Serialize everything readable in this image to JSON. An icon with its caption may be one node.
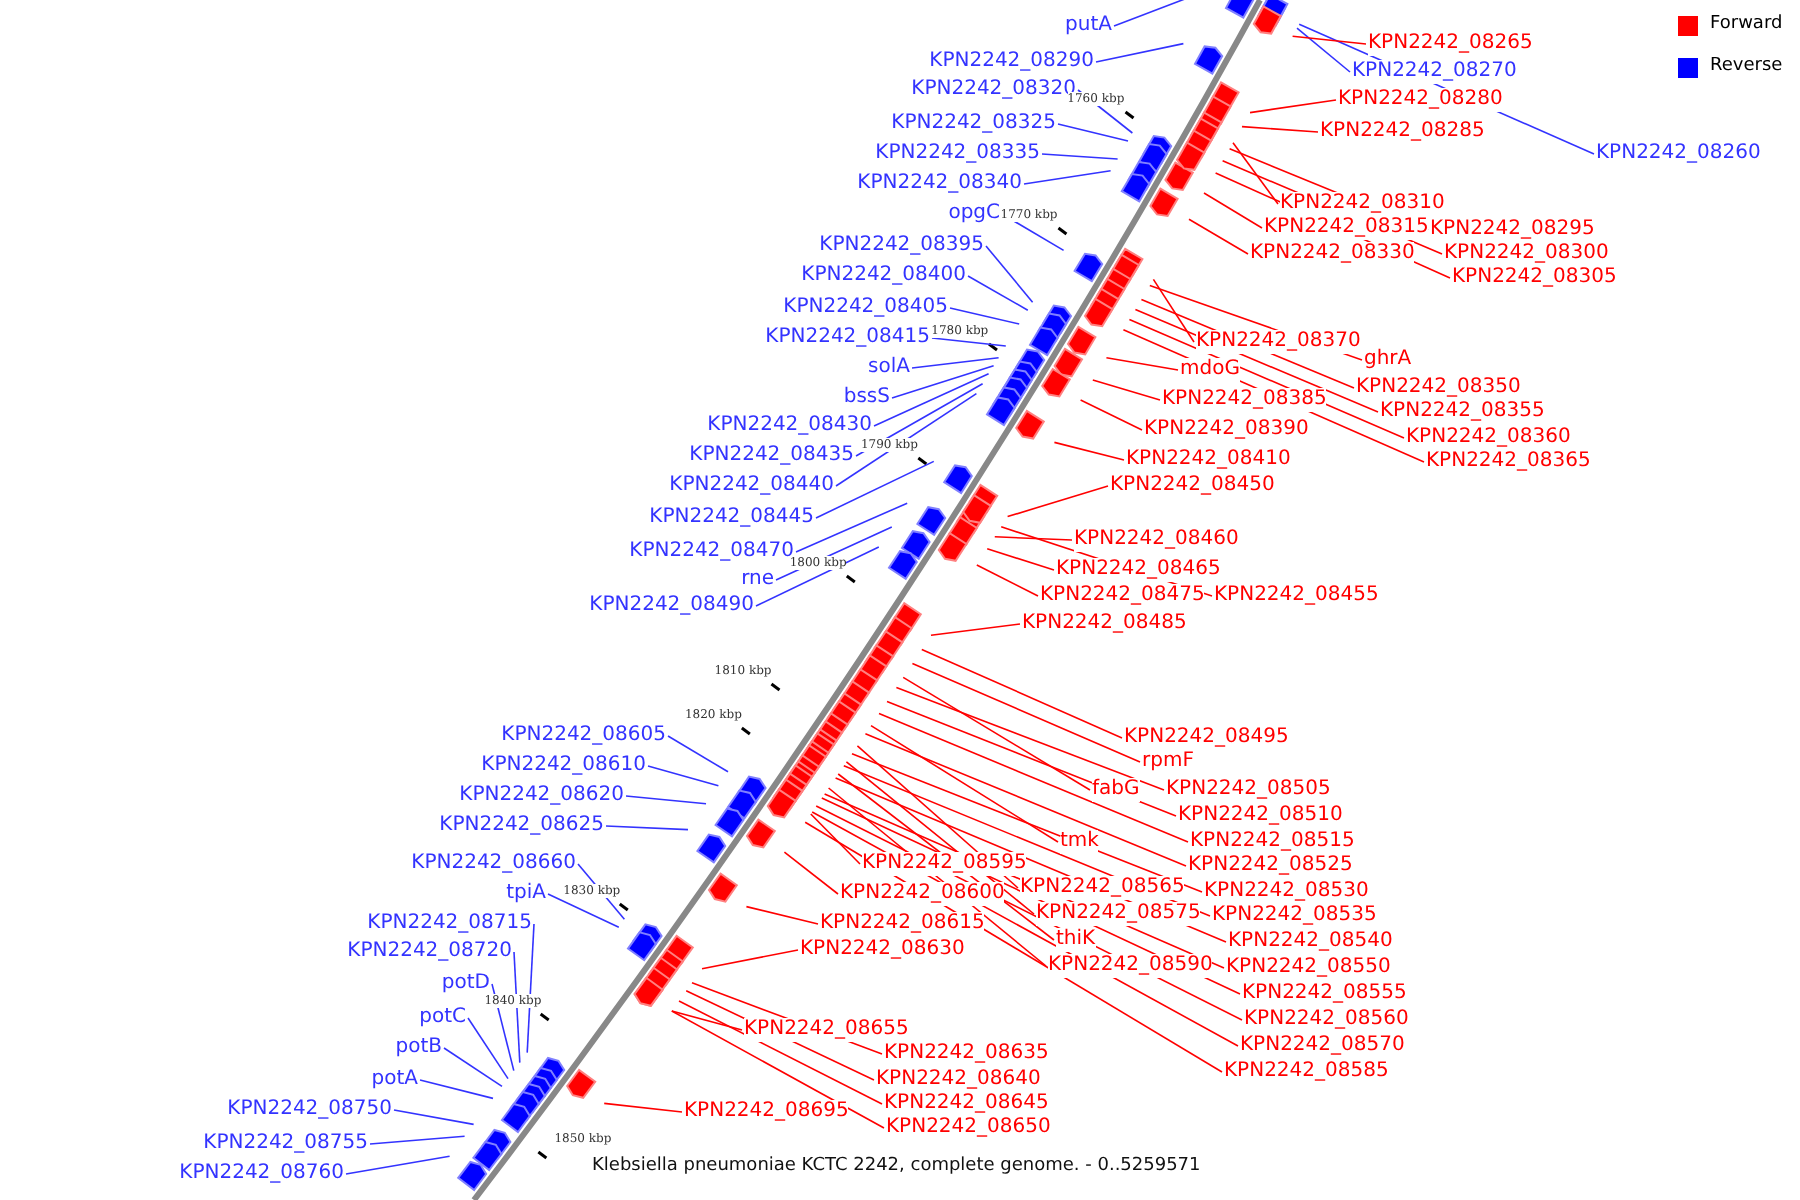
{
  "diagram": {
    "caption": "Klebsiella pneumoniae KCTC 2242, complete genome. - 0..5259571",
    "nodes": [
      {
        "text": [
          "putA"
        ]
      },
      {
        "text": [
          "KPN2242_08290"
        ]
      },
      {
        "text": [
          "KPN2242_08320"
        ]
      },
      {
        "text": [
          "KPN2242_08325"
        ]
      },
      {
        "text": [
          "KPN2242_08335"
        ]
      },
      {
        "text": [
          "KPN2242_08340"
        ]
      },
      {
        "text": [
          "opgC"
        ]
      },
      {
        "text": [
          "KPN2242_08395"
        ]
      },
      {
        "text": [
          "KPN2242_08400"
        ]
      },
      {
        "text": [
          "KPN2242_08405"
        ]
      },
      {
        "text": [
          "KPN2242_08415"
        ]
      },
      {
        "text": [
          "solA"
        ]
      },
      {
        "text": [
          "bssS"
        ]
      },
      {
        "text": [
          "KPN2242_08430"
        ]
      },
      {
        "text": [
          "KPN2242_08435"
        ]
      },
      {
        "text": [
          "KPN2242_08440"
        ]
      },
      {
        "text": [
          "KPN2242_08445"
        ]
      },
      {
        "text": [
          "KPN2242_08470"
        ]
      },
      {
        "text": [
          "rne"
        ]
      },
      {
        "text": [
          "KPN2242_08490"
        ]
      },
      {
        "text": [
          "KPN2242_08605"
        ]
      },
      {
        "text": [
          "KPN2242_08610"
        ]
      },
      {
        "text": [
          "KPN2242_08620"
        ]
      },
      {
        "text": [
          "KPN2242_08625"
        ]
      },
      {
        "text": [
          "KPN2242_08660"
        ]
      },
      {
        "text": [
          "tpiA"
        ]
      },
      {
        "text": [
          "KPN2242_08715"
        ]
      },
      {
        "text": [
          "KPN2242_08720"
        ]
      },
      {
        "text": [
          "potD"
        ]
      },
      {
        "text": [
          "potC"
        ]
      },
      {
        "text": [
          "potB"
        ]
      },
      {
        "text": [
          "potA"
        ]
      },
      {
        "text": [
          "KPN2242_08750"
        ]
      },
      {
        "text": [
          "KPN2242_08755"
        ]
      },
      {
        "text": [
          "KPN2242_08760"
        ]
      },
      {
        "text": [
          "KPN2242_08270"
        ]
      },
      {
        "text": [
          "KPN2242_08260"
        ]
      },
      {
        "text": [
          "KPN2242_08265"
        ]
      },
      {
        "text": [
          "KPN2242_08280"
        ]
      },
      {
        "text": [
          "KPN2242_08285"
        ]
      },
      {
        "text": [
          "KPN2242_08310"
        ]
      },
      {
        "text": [
          "KPN2242_08295"
        ]
      },
      {
        "text": [
          "KPN2242_08315"
        ]
      },
      {
        "text": [
          "KPN2242_08330"
        ]
      },
      {
        "text": [
          "KPN2242_08300"
        ]
      },
      {
        "text": [
          "KPN2242_08305"
        ]
      },
      {
        "text": [
          "KPN2242_08370"
        ]
      },
      {
        "text": [
          "ghrA"
        ]
      },
      {
        "text": [
          "mdoG"
        ]
      },
      {
        "text": [
          "KPN2242_08350"
        ]
      },
      {
        "text": [
          "KPN2242_08385"
        ]
      },
      {
        "text": [
          "KPN2242_08355"
        ]
      },
      {
        "text": [
          "KPN2242_08390"
        ]
      },
      {
        "text": [
          "KPN2242_08360"
        ]
      },
      {
        "text": [
          "KPN2242_08410"
        ]
      },
      {
        "text": [
          "KPN2242_08365"
        ]
      },
      {
        "text": [
          "KPN2242_08450"
        ]
      },
      {
        "text": [
          "KPN2242_08460"
        ]
      },
      {
        "text": [
          "KPN2242_08465"
        ]
      },
      {
        "text": [
          "KPN2242_08475"
        ]
      },
      {
        "text": [
          "KPN2242_08455"
        ]
      },
      {
        "text": [
          "KPN2242_08485"
        ]
      },
      {
        "text": [
          "KPN2242_08495"
        ]
      },
      {
        "text": [
          "rpmF"
        ]
      },
      {
        "text": [
          "fabG"
        ]
      },
      {
        "text": [
          "KPN2242_08505"
        ]
      },
      {
        "text": [
          "KPN2242_08510"
        ]
      },
      {
        "text": [
          "KPN2242_08515"
        ]
      },
      {
        "text": [
          "tmk"
        ]
      },
      {
        "text": [
          "KPN2242_08525"
        ]
      },
      {
        "text": [
          "KPN2242_08595"
        ]
      },
      {
        "text": [
          "KPN2242_08565"
        ]
      },
      {
        "text": [
          "KPN2242_08530"
        ]
      },
      {
        "text": [
          "KPN2242_08600"
        ]
      },
      {
        "text": [
          "KPN2242_08575"
        ]
      },
      {
        "text": [
          "KPN2242_08535"
        ]
      },
      {
        "text": [
          "KPN2242_08615"
        ]
      },
      {
        "text": [
          "thiK"
        ]
      },
      {
        "text": [
          "KPN2242_08540"
        ]
      },
      {
        "text": [
          "KPN2242_08630"
        ]
      },
      {
        "text": [
          "KPN2242_08590"
        ]
      },
      {
        "text": [
          "KPN2242_08550"
        ]
      },
      {
        "text": [
          "KPN2242_08555"
        ]
      },
      {
        "text": [
          "KPN2242_08560"
        ]
      },
      {
        "text": [
          "KPN2242_08655"
        ]
      },
      {
        "text": [
          "KPN2242_08570"
        ]
      },
      {
        "text": [
          "KPN2242_08635"
        ]
      },
      {
        "text": [
          "KPN2242_08585"
        ]
      },
      {
        "text": [
          "KPN2242_08640"
        ]
      },
      {
        "text": [
          "KPN2242_08645"
        ]
      },
      {
        "text": [
          "KPN2242_08650"
        ]
      },
      {
        "text": [
          "KPN2242_08695"
        ]
      }
    ],
    "edges": [
      {
        "from": 0,
        "to": null,
        "arrow": "none",
        "color": "#3333ff"
      },
      {
        "from": 1,
        "to": null,
        "arrow": "none",
        "color": "#3333ff"
      },
      {
        "from": 2,
        "to": null,
        "arrow": "none",
        "color": "#3333ff"
      },
      {
        "from": 3,
        "to": null,
        "arrow": "none",
        "color": "#3333ff"
      },
      {
        "from": 4,
        "to": null,
        "arrow": "none",
        "color": "#3333ff"
      },
      {
        "from": 5,
        "to": null,
        "arrow": "none",
        "color": "#3333ff"
      },
      {
        "from": 6,
        "to": null,
        "arrow": "none",
        "color": "#3333ff"
      },
      {
        "from": 7,
        "to": null,
        "arrow": "none",
        "color": "#3333ff"
      },
      {
        "from": 8,
        "to": null,
        "arrow": "none",
        "color": "#3333ff"
      },
      {
        "from": 9,
        "to": null,
        "arrow": "none",
        "color": "#3333ff"
      },
      {
        "from": 10,
        "to": null,
        "arrow": "none",
        "color": "#3333ff"
      },
      {
        "from": 11,
        "to": null,
        "arrow": "none",
        "color": "#3333ff"
      },
      {
        "from": 12,
        "to": null,
        "arrow": "none",
        "color": "#3333ff"
      },
      {
        "from": 13,
        "to": null,
        "arrow": "none",
        "color": "#3333ff"
      },
      {
        "from": 14,
        "to": null,
        "arrow": "none",
        "color": "#3333ff"
      },
      {
        "from": 15,
        "to": null,
        "arrow": "none",
        "color": "#3333ff"
      },
      {
        "from": 16,
        "to": null,
        "arrow": "none",
        "color": "#3333ff"
      },
      {
        "from": 17,
        "to": null,
        "arrow": "none",
        "color": "#3333ff"
      },
      {
        "from": 18,
        "to": null,
        "arrow": "none",
        "color": "#3333ff"
      },
      {
        "from": 19,
        "to": null,
        "arrow": "none",
        "color": "#3333ff"
      },
      {
        "from": 20,
        "to": null,
        "arrow": "none",
        "color": "#3333ff"
      },
      {
        "from": 21,
        "to": null,
        "arrow": "none",
        "color": "#3333ff"
      },
      {
        "from": 22,
        "to": null,
        "arrow": "none",
        "color": "#3333ff"
      },
      {
        "from": 23,
        "to": null,
        "arrow": "none",
        "color": "#3333ff"
      },
      {
        "from": 24,
        "to": null,
        "arrow": "none",
        "color": "#3333ff"
      },
      {
        "from": 25,
        "to": null,
        "arrow": "none",
        "color": "#3333ff"
      },
      {
        "from": 26,
        "to": null,
        "arrow": "none",
        "color": "#3333ff"
      },
      {
        "from": 27,
        "to": null,
        "arrow": "none",
        "color": "#3333ff"
      },
      {
        "from": 28,
        "to": null,
        "arrow": "none",
        "color": "#3333ff"
      },
      {
        "from": 29,
        "to": null,
        "arrow": "none",
        "color": "#3333ff"
      },
      {
        "from": 30,
        "to": null,
        "arrow": "none",
        "color": "#3333ff"
      },
      {
        "from": 31,
        "to": null,
        "arrow": "none",
        "color": "#3333ff"
      },
      {
        "from": 32,
        "to": null,
        "arrow": "none",
        "color": "#3333ff"
      },
      {
        "from": 33,
        "to": null,
        "arrow": "none",
        "color": "#3333ff"
      },
      {
        "from": 34,
        "to": null,
        "arrow": "none",
        "color": "#3333ff"
      },
      {
        "from": 35,
        "to": null,
        "arrow": "none",
        "color": "#3333ff"
      },
      {
        "from": 36,
        "to": null,
        "arrow": "none",
        "color": "#3333ff"
      },
      {
        "from": 37,
        "to": null,
        "arrow": "none"
      },
      {
        "from": 38,
        "to": null,
        "arrow": "none"
      },
      {
        "from": 39,
        "to": null,
        "arrow": "none"
      },
      {
        "from": 40,
        "to": null,
        "arrow": "none"
      },
      {
        "from": 41,
        "to": null,
        "arrow": "none"
      },
      {
        "from": 42,
        "to": null,
        "arrow": "none"
      },
      {
        "from": 43,
        "to": null,
        "arrow": "none"
      },
      {
        "from": 44,
        "to": null,
        "arrow": "none"
      },
      {
        "from": 45,
        "to": null,
        "arrow": "none"
      },
      {
        "from": 46,
        "to": null,
        "arrow": "none"
      },
      {
        "from": 47,
        "to": null,
        "arrow": "none"
      },
      {
        "from": 48,
        "to": null,
        "arrow": "none"
      },
      {
        "from": 49,
        "to": null,
        "arrow": "none"
      },
      {
        "from": 50,
        "to": null,
        "arrow": "none"
      },
      {
        "from": 51,
        "to": null,
        "arrow": "none"
      },
      {
        "from": 52,
        "to": null,
        "arrow": "none"
      },
      {
        "from": 53,
        "to": null,
        "arrow": "none"
      },
      {
        "from": 54,
        "to": null,
        "arrow": "none"
      },
      {
        "from": 55,
        "to": null,
        "arrow": "none"
      },
      {
        "from": 56,
        "to": null,
        "arrow": "none"
      },
      {
        "from": 57,
        "to": null,
        "arrow": "none"
      },
      {
        "from": 58,
        "to": null,
        "arrow": "none"
      },
      {
        "from": 59,
        "to": null,
        "arrow": "none"
      },
      {
        "from": 60,
        "to": null,
        "arrow": "none"
      },
      {
        "from": 61,
        "to": null,
        "arrow": "none"
      },
      {
        "from": 62,
        "to": null,
        "arrow": "none"
      },
      {
        "from": 63,
        "to": null,
        "arrow": "none"
      },
      {
        "from": 64,
        "to": null,
        "arrow": "none"
      },
      {
        "from": 65,
        "to": null,
        "arrow": "none"
      },
      {
        "from": 66,
        "to": null,
        "arrow": "none"
      },
      {
        "from": 67,
        "to": null,
        "arrow": "none"
      },
      {
        "from": 68,
        "to": null,
        "arrow": "none"
      },
      {
        "from": 69,
        "to": null,
        "arrow": "none"
      },
      {
        "from": 70,
        "to": null,
        "arrow": "none"
      },
      {
        "from": 71,
        "to": null,
        "arrow": "none"
      },
      {
        "from": 72,
        "to": null,
        "arrow": "none"
      },
      {
        "from": 73,
        "to": null,
        "arrow": "none"
      },
      {
        "from": 74,
        "to": null,
        "arrow": "none"
      },
      {
        "from": 75,
        "to": null,
        "arrow": "none"
      },
      {
        "from": 76,
        "to": null,
        "arrow": "none"
      },
      {
        "from": 77,
        "to": null,
        "arrow": "none"
      },
      {
        "from": 78,
        "to": null,
        "arrow": "none"
      },
      {
        "from": 79,
        "to": null,
        "arrow": "none"
      },
      {
        "from": 80,
        "to": null,
        "arrow": "none"
      },
      {
        "from": 81,
        "to": null,
        "arrow": "none"
      },
      {
        "from": 82,
        "to": null,
        "arrow": "none"
      },
      {
        "from": 83,
        "to": null,
        "arrow": "none"
      },
      {
        "from": 84,
        "to": null,
        "arrow": "none"
      },
      {
        "from": 85,
        "to": null,
        "arrow": "none"
      },
      {
        "from": 86,
        "to": null,
        "arrow": "none"
      },
      {
        "from": 87,
        "to": null,
        "arrow": "none"
      },
      {
        "from": 88,
        "to": null,
        "arrow": "none"
      },
      {
        "from": 89,
        "to": null,
        "arrow": "none"
      },
      {
        "from": 90,
        "to": null,
        "arrow": "none"
      },
      {
        "from": 91,
        "to": null,
        "arrow": "none"
      }
    ],
    "labels": [
      "1760 kbp",
      "1770 kbp",
      "1780 kbp",
      "1790 kbp",
      "1800 kbp",
      "1810 kbp",
      "1820 kbp",
      "1830 kbp",
      "1840 kbp",
      "1850 kbp"
    ],
    "legend": [
      {
        "text": "Forward",
        "color": "#ff0000"
      },
      {
        "text": "Reverse",
        "color": "#0000ff"
      }
    ]
  }
}
